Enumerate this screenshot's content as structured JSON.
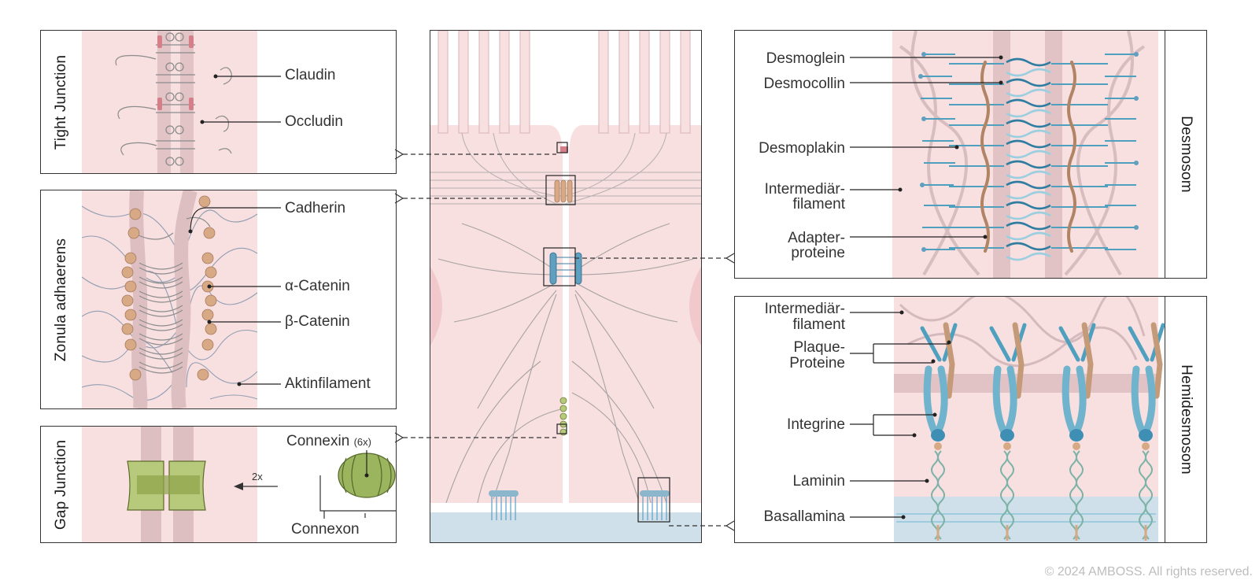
{
  "panels": {
    "tight_junction": {
      "title": "Tight Junction",
      "labels": [
        "Claudin",
        "Occludin"
      ]
    },
    "zonula_adhaerens": {
      "title": "Zonula adhaerens",
      "labels": [
        "Cadherin",
        "α-Catenin",
        "β-Catenin",
        "Aktinfilament"
      ]
    },
    "gap_junction": {
      "title": "Gap Junction",
      "connexin": "Connexin",
      "connexin_count": "(6x)",
      "connexon": "Connexon",
      "multiplier": "2x"
    },
    "desmosom": {
      "title": "Desmosom",
      "labels": [
        "Desmoglein",
        "Desmocollin",
        "Desmoplakin",
        "Intermediär-",
        "filament",
        "Adapter-",
        "proteine"
      ]
    },
    "hemidesmosom": {
      "title": "Hemidesmosom",
      "labels": [
        "Intermediär-",
        "filament",
        "Plaque-",
        "Proteine",
        "Integrine",
        "Laminin",
        "Basallamina"
      ]
    }
  },
  "copyright": "© 2024 AMBOSS. All rights reserved.",
  "colors": {
    "cell_pink": "#f8dfe0",
    "membrane": "#d9aeb3",
    "filament": "#7f93aa",
    "cadherin": "#d8a985",
    "desmo_blue": "#4f9fbf",
    "connexin_green": "#9bb55e",
    "basal_blue": "#cfe0ea"
  }
}
